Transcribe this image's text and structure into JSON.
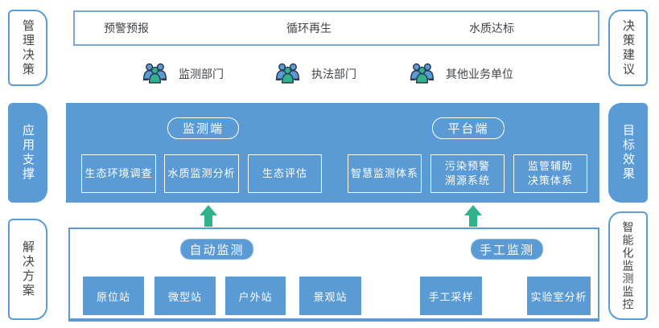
{
  "colors": {
    "primary_blue": "#5B9BD5",
    "teal_accent": "#2FB38D",
    "dark_text": "#3F4347",
    "icon_outline": "#2E3A52"
  },
  "rails": {
    "left": [
      {
        "label": "管理决策"
      },
      {
        "label": "应用支撑"
      },
      {
        "label": "解决方案"
      }
    ],
    "right": [
      {
        "label": "决策建议"
      },
      {
        "label": "目标效果"
      },
      {
        "label": "智能化监测监控"
      }
    ]
  },
  "goals": {
    "items": [
      {
        "label": "预警预报"
      },
      {
        "label": "循环再生"
      },
      {
        "label": "水质达标"
      }
    ]
  },
  "departments": {
    "items": [
      {
        "icon": "users-group-icon",
        "label": "监测部门"
      },
      {
        "icon": "users-group-icon",
        "label": "执法部门"
      },
      {
        "icon": "users-group-icon",
        "label": "其他业务单位"
      }
    ]
  },
  "application": {
    "monitor_tag": "监测端",
    "platform_tag": "平台端",
    "modules": [
      {
        "label": "生态环境调查"
      },
      {
        "label": "水质监测分析"
      },
      {
        "label": "生态评估"
      },
      {
        "label": "智慧监测体系"
      },
      {
        "label": "污染预警\n溯源系统"
      },
      {
        "label": "监管辅助\n决策体系"
      }
    ]
  },
  "solution": {
    "auto_tag": "自动监测",
    "manual_tag": "手工监测",
    "stations": [
      {
        "label": "原位站"
      },
      {
        "label": "微型站"
      },
      {
        "label": "户外站"
      },
      {
        "label": "景观站"
      },
      {
        "label": "手工采样"
      },
      {
        "label": "实验室分析"
      }
    ]
  }
}
